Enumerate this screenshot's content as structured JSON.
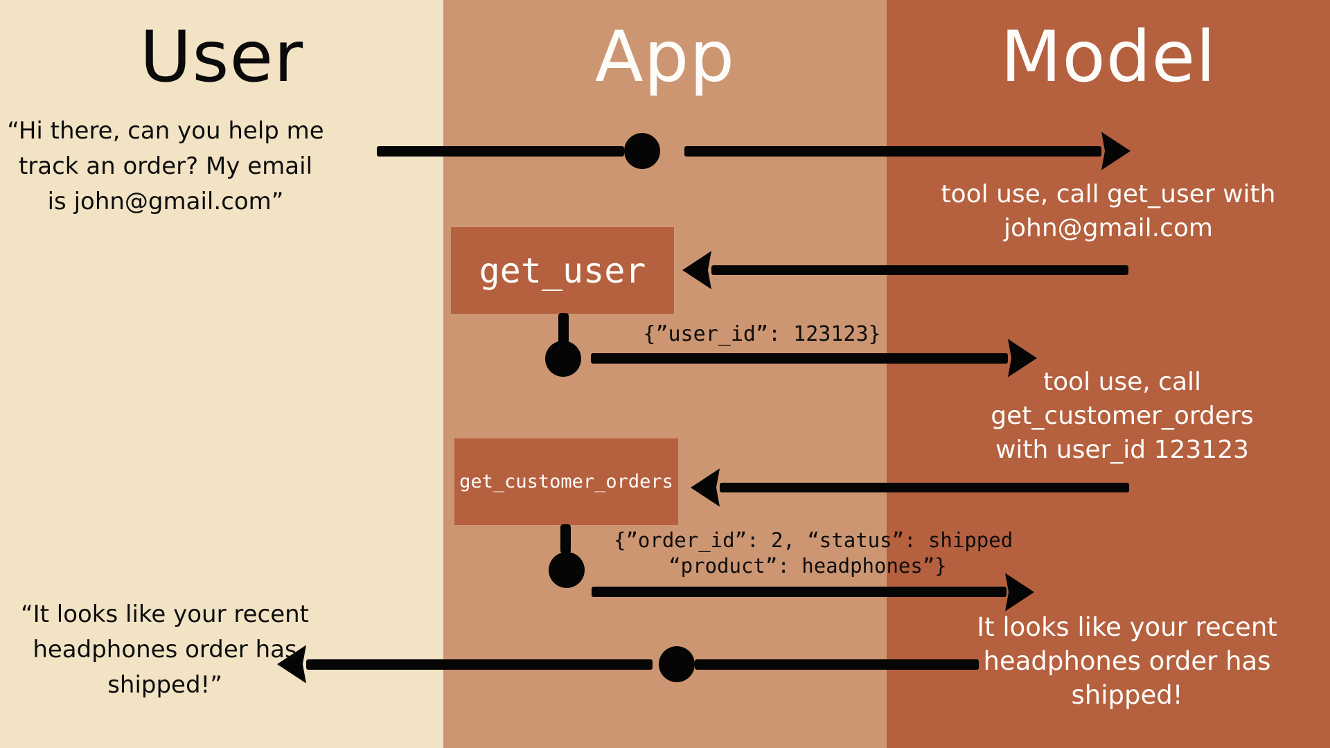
{
  "diagram": {
    "columns": [
      {
        "id": "user",
        "title": "User"
      },
      {
        "id": "app",
        "title": "App"
      },
      {
        "id": "model",
        "title": "Model"
      }
    ],
    "colors": {
      "user_column": "#f2e3c5",
      "app_column": "#cd9672",
      "model_column": "#b5603f",
      "tool_box": "#b5603f",
      "arrow": "#050505",
      "light_text": "#fdfcf8",
      "dark_text": "#0d0d0d"
    },
    "steps": {
      "user_message": {
        "lines": [
          "“Hi there, can you help me",
          "track an order? My email",
          "is john@gmail.com”"
        ]
      },
      "model_tool_call_get_user": {
        "lines": [
          "tool use, call get_user with",
          "john@gmail.com"
        ]
      },
      "get_user_box": {
        "label": "get_user"
      },
      "get_user_result": {
        "text": "{”user_id”: 123123}"
      },
      "model_tool_call_get_customer_orders": {
        "lines": [
          "tool use, call",
          "get_customer_orders",
          "with user_id 123123"
        ]
      },
      "get_customer_orders_box": {
        "label": "get_customer_orders"
      },
      "get_customer_orders_result": {
        "lines": [
          "{”order_id”: 2, “status”: shipped",
          "“product”: headphones”}"
        ]
      },
      "model_reply": {
        "lines": [
          "It looks like your recent",
          "headphones order has",
          "shipped!"
        ]
      },
      "user_reply": {
        "lines": [
          "“It looks like your recent",
          "headphones order has",
          "shipped!”"
        ]
      }
    }
  }
}
